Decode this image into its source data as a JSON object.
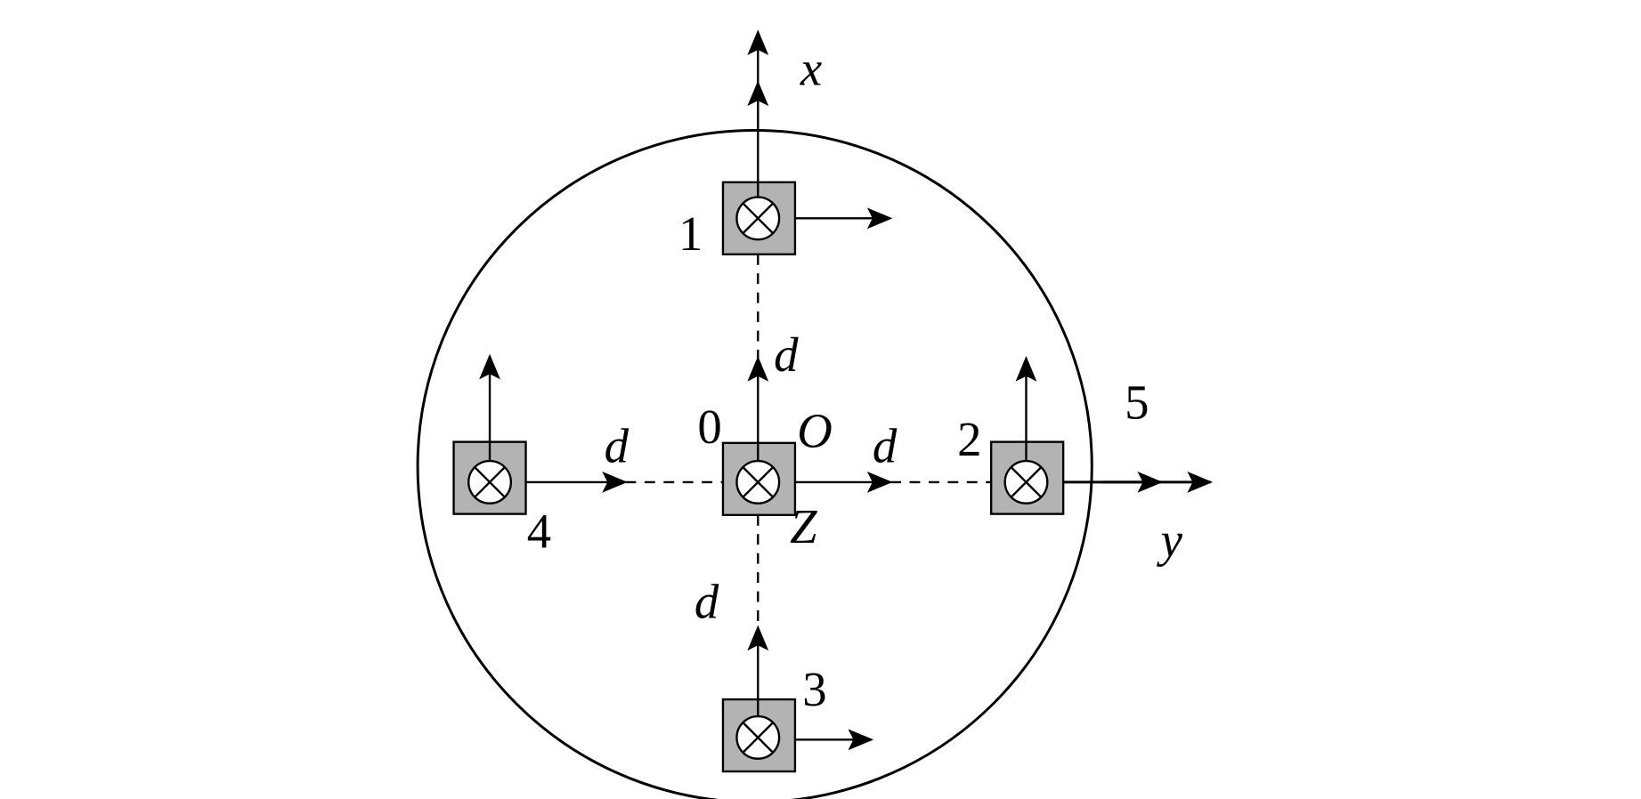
{
  "labels": {
    "axis_x": "x",
    "axis_y": "y",
    "origin": "O",
    "z": "Z",
    "distance": "d",
    "sensor_0": "0",
    "sensor_1": "1",
    "sensor_2": "2",
    "sensor_3": "3",
    "sensor_4": "4",
    "sensor_5": "5"
  },
  "colors": {
    "sensor_fill": "#b3b3b3",
    "line": "#000000"
  }
}
